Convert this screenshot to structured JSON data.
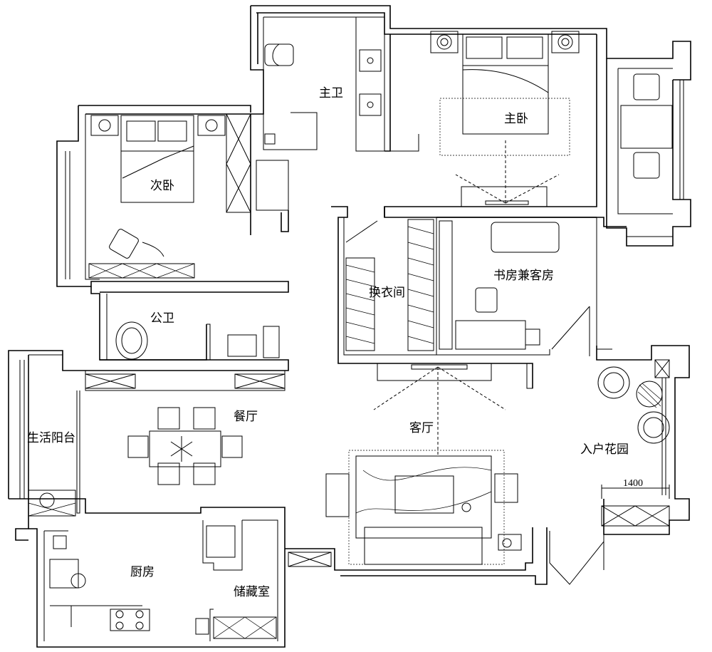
{
  "rooms": {
    "master_bath": "主卫",
    "master_bedroom": "主卧",
    "second_bedroom": "次卧",
    "public_bath": "公卫",
    "dressing_room": "换衣间",
    "study_guest_room": "书房兼客房",
    "dining_room": "餐厅",
    "living_room": "客厅",
    "utility_balcony": "生活阳台",
    "entrance_garden": "入户花园",
    "kitchen": "厨房",
    "storage_room": "储藏室"
  },
  "dimensions": {
    "entrance_garden_width": "1400"
  },
  "colors": {
    "line": "#000000",
    "background": "#ffffff"
  }
}
